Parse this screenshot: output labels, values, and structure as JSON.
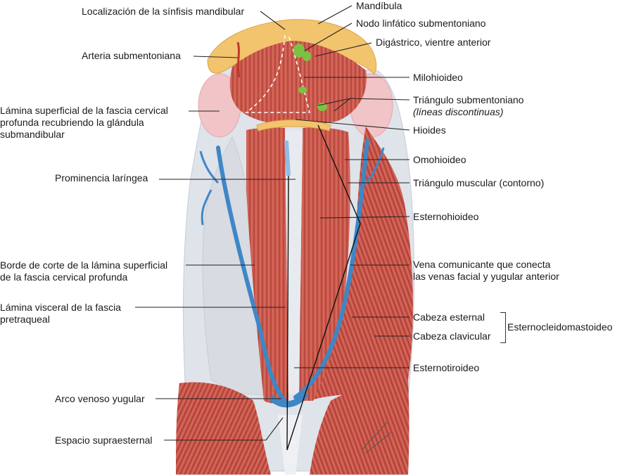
{
  "labels": {
    "mandibula": "Mandíbula",
    "sinfisis": "Localización de la sínfisis mandibular",
    "nodo": "Nodo linfático submentoniano",
    "digastrico": "Digástrico, vientre anterior",
    "arteria": "Arteria submentoniana",
    "milohioideo": "Milohioideo",
    "triangulo_sub": "Triángulo submentoniano",
    "triangulo_sub_nota": "(líneas discontinuas)",
    "lamina_sup": "Lámina superficial de la fascia cervical\nprofunda recubriendo la glándula\nsubmandibular",
    "hioides": "Hioides",
    "omohioideo": "Omohioideo",
    "prominencia": "Prominencia laríngea",
    "triangulo_muscular": "Triángulo muscular (contorno)",
    "esternohioideo": "Esternohioideo",
    "borde_corte": "Borde de corte de la lámina superficial\nde la fascia cervical profunda",
    "vena_comunicante": "Vena comunicante que conecta\nlas venas facial y yugular anterior",
    "lamina_visceral": "Lámina visceral de la fascia\npretraqueal",
    "cabeza_esternal": "Cabeza esternal",
    "cabeza_clavicular": "Cabeza clavicular",
    "esternocleidomastoideo": "Esternocleidomastoideo",
    "esternotiroideo": "Esternotiroideo",
    "arco_venoso": "Arco venoso yugular",
    "espacio": "Espacio supraesternal"
  },
  "colors": {
    "muscle": "#c9564a",
    "muscle_dark": "#a83a32",
    "fascia": "#dfe3ea",
    "bone": "#f3c46e",
    "vein": "#3f86c6",
    "node": "#7cc242",
    "gland": "#f1c4c8"
  }
}
